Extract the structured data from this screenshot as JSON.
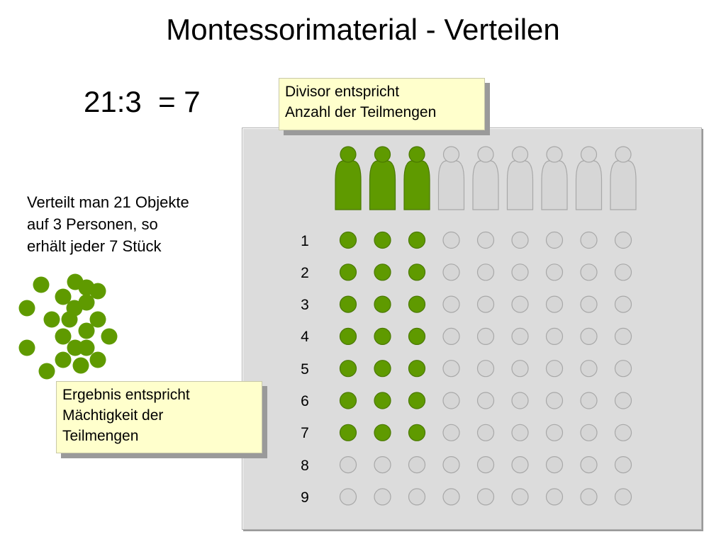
{
  "title": "Montessorimaterial - Verteilen",
  "equation": "21:3  = 7",
  "explanation_lines": [
    "Verteilt man 21 Objekte",
    "auf 3 Personen, so",
    "erhält jeder 7 Stück"
  ],
  "note_divisor_lines": [
    "Divisor entspricht",
    "Anzahl der Teilmengen"
  ],
  "note_result_lines": [
    "Ergebnis entspricht",
    "Mächtigkeit der",
    "Teilmengen"
  ],
  "board": {
    "row_labels": [
      "1",
      "2",
      "3",
      "4",
      "5",
      "6",
      "7",
      "8",
      "9"
    ],
    "columns": 9,
    "rows": 9,
    "active_people": 3,
    "filled_rows": 7
  },
  "loose_objects": 21,
  "colors": {
    "green": "#5f9a00",
    "green_dark": "#4a7800",
    "gray_fill": "#d6d6d6",
    "gray_stroke": "#a8a8a8",
    "board": "#dcdcdc",
    "note_bg": "#ffffcc"
  }
}
